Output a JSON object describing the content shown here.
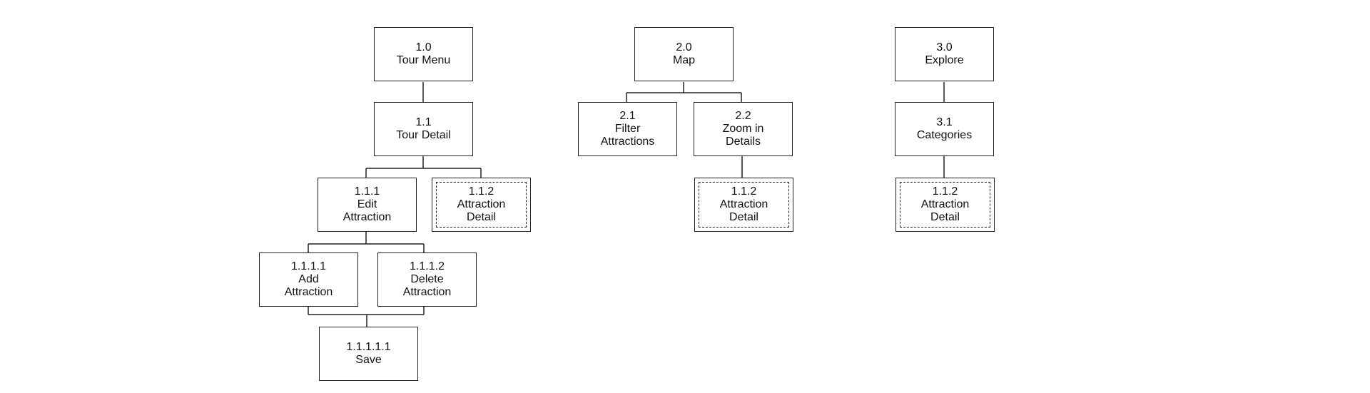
{
  "nodes": {
    "n1_0": {
      "id": "1.0",
      "label": "Tour Menu"
    },
    "n1_1": {
      "id": "1.1",
      "label": "Tour Detail"
    },
    "n1_1_1": {
      "id": "1.1.1",
      "label": "Edit",
      "label2": "Attraction"
    },
    "n1_1_2a": {
      "id": "1.1.2",
      "label": "Attraction",
      "label2": "Detail"
    },
    "n1_1_1_1": {
      "id": "1.1.1.1",
      "label": "Add",
      "label2": "Attraction"
    },
    "n1_1_1_2": {
      "id": "1.1.1.2",
      "label": "Delete",
      "label2": "Attraction"
    },
    "n1_1_1_1_1": {
      "id": "1.1.1.1.1",
      "label": "Save"
    },
    "n2_0": {
      "id": "2.0",
      "label": "Map"
    },
    "n2_1": {
      "id": "2.1",
      "label": "Filter",
      "label2": "Attractions"
    },
    "n2_2": {
      "id": "2.2",
      "label": "Zoom in",
      "label2": "Details"
    },
    "n1_1_2b": {
      "id": "1.1.2",
      "label": "Attraction",
      "label2": "Detail"
    },
    "n3_0": {
      "id": "3.0",
      "label": "Explore"
    },
    "n3_1": {
      "id": "3.1",
      "label": "Categories"
    },
    "n1_1_2c": {
      "id": "1.1.2",
      "label": "Attraction",
      "label2": "Detail"
    }
  }
}
